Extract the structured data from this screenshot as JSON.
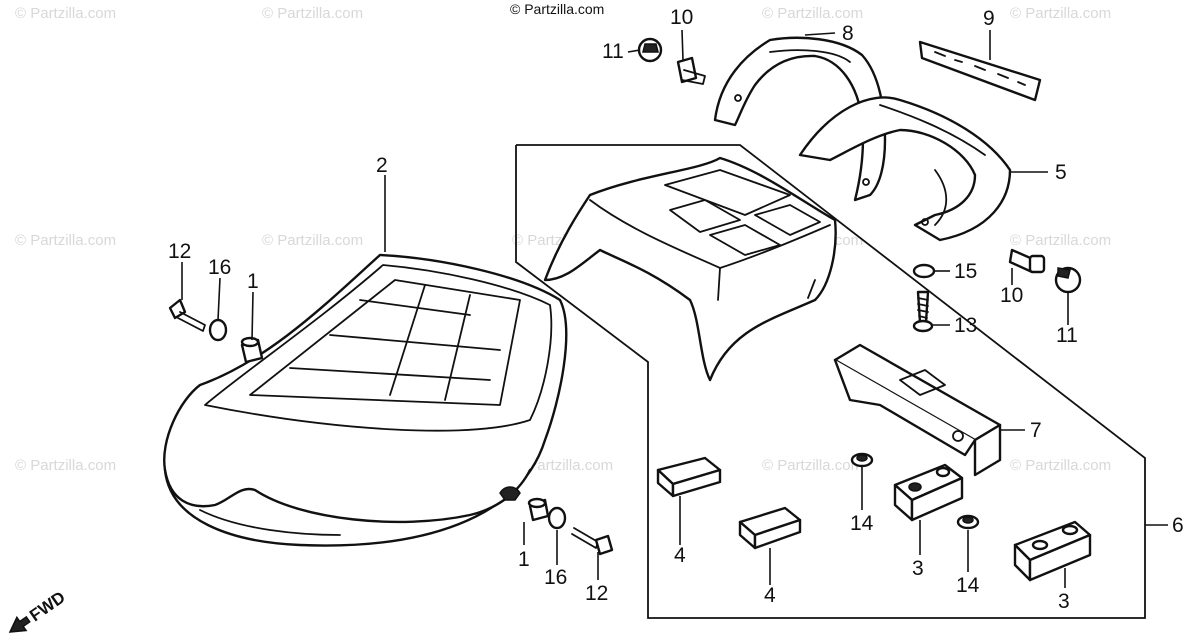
{
  "copyright": "© Partzilla.com",
  "watermark": "© Partzilla.com",
  "direction_label": "FWD",
  "callouts": [
    "1",
    "2",
    "3",
    "4",
    "5",
    "6",
    "7",
    "8",
    "9",
    "10",
    "11",
    "12",
    "13",
    "14",
    "15",
    "16"
  ]
}
